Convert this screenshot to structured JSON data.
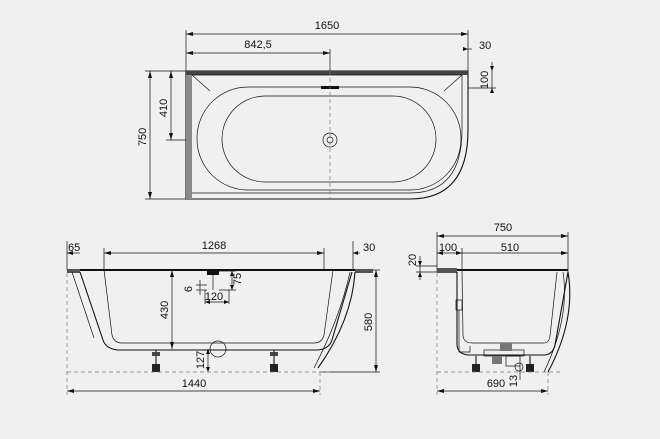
{
  "top_view": {
    "dims": {
      "overall_length": "1650",
      "center_offset": "842,5",
      "right_edge": "30",
      "overall_width": "750",
      "straight_width": "410",
      "rim": "100"
    }
  },
  "front_view": {
    "dims": {
      "left_rim": "65",
      "inner_length": "1268",
      "right_rim": "30",
      "overflow_height": "75",
      "overflow_offset": "6",
      "overflow_width": "120",
      "depth": "430",
      "total_height": "580",
      "drain_height": "127",
      "base_length": "1440"
    }
  },
  "side_view": {
    "dims": {
      "width": "750",
      "rim": "100",
      "inner_width": "510",
      "wall_height": "20",
      "base_width": "690",
      "waste_height": "13"
    }
  }
}
